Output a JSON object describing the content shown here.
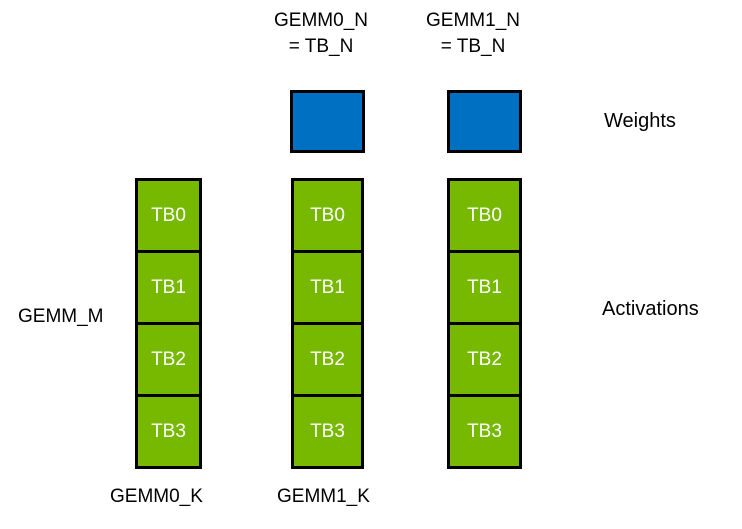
{
  "diagram": {
    "type": "gemm-tiling-diagram",
    "colors": {
      "activation_green": "#76B900",
      "weight_blue": "#0071C2",
      "outline_black": "#000000",
      "cell_text_white": "#FFFFFF",
      "label_text_black": "#000000",
      "background": "#FFFFFF"
    },
    "header_labels": [
      {
        "line1": "GEMM0_N",
        "line2": "= TB_N"
      },
      {
        "line1": "GEMM1_N",
        "line2": "= TB_N"
      }
    ],
    "side_labels": {
      "weights": "Weights",
      "activations": "Activations",
      "gemm_m": "GEMM_M"
    },
    "footer_labels": [
      "GEMM0_K",
      "GEMM1_K"
    ],
    "weight_tiles_count": 2,
    "columns": [
      {
        "cells": [
          "TB0",
          "TB1",
          "TB2",
          "TB3"
        ]
      },
      {
        "cells": [
          "TB0",
          "TB1",
          "TB2",
          "TB3"
        ]
      },
      {
        "cells": [
          "TB0",
          "TB1",
          "TB2",
          "TB3"
        ]
      }
    ]
  }
}
